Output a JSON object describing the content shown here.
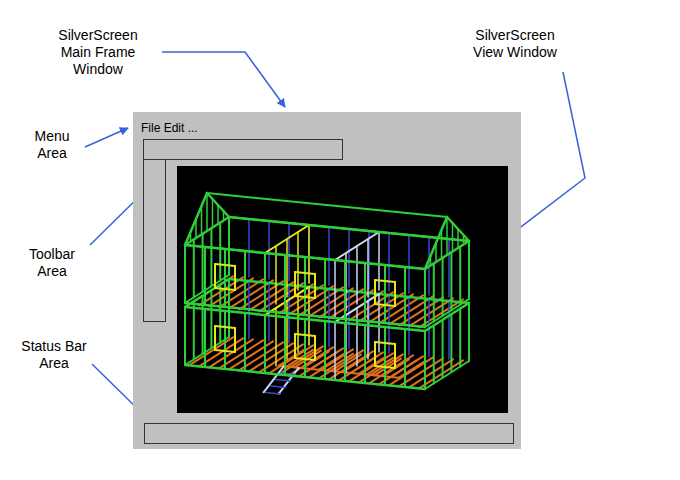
{
  "diagram": {
    "nodes": [
      {
        "text": [
          "File Edit ..."
        ]
      }
    ],
    "labels": [
      "SilverScreen Main Frame Window",
      "SilverScreen View Window",
      "Menu Area",
      "Toolbar Area",
      "Status Bar Area"
    ]
  }
}
